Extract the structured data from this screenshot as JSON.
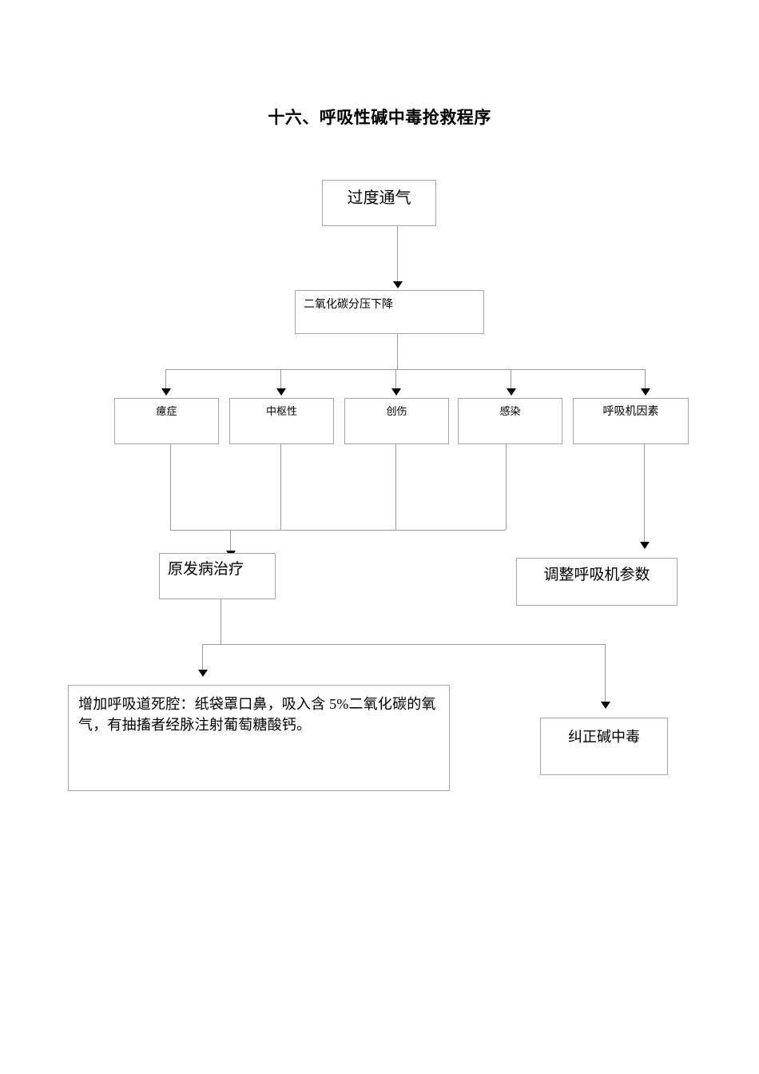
{
  "document": {
    "title": "十六、呼吸性碱中毒抢救程序"
  },
  "flowchart": {
    "type": "flowchart",
    "orientation": "top-down",
    "nodes": [
      {
        "id": "hyperventilation",
        "label": "过度通气",
        "font_size": 20,
        "align": "center"
      },
      {
        "id": "co2-drop",
        "label": "二氧化碳分压下降",
        "font_size": 14,
        "align": "left"
      },
      {
        "id": "cause-hysteria",
        "label": "癔症",
        "font_size": 13,
        "align": "center"
      },
      {
        "id": "cause-central",
        "label": "中枢性",
        "font_size": 13,
        "align": "center"
      },
      {
        "id": "cause-trauma",
        "label": "创伤",
        "font_size": 13,
        "align": "center"
      },
      {
        "id": "cause-infection",
        "label": "感染",
        "font_size": 13,
        "align": "center"
      },
      {
        "id": "cause-ventilator",
        "label": "呼吸机因素",
        "font_size": 14,
        "align": "center"
      },
      {
        "id": "treat-primary",
        "label": "原发病治疗",
        "font_size": 19,
        "align": "left"
      },
      {
        "id": "adjust-ventilator",
        "label": "调整呼吸机参数",
        "font_size": 19,
        "align": "center"
      },
      {
        "id": "increase-dead-space",
        "label": "增加呼吸道死腔：纸袋罩口鼻，吸入含 5%二氧化碳的氧气，有抽搐者经脉注射葡萄糖酸钙。",
        "font_size": 18,
        "align": "left"
      },
      {
        "id": "correct-alkalosis",
        "label": "纠正碱中毒",
        "font_size": 18,
        "align": "center"
      }
    ],
    "edges": [
      {
        "from": "hyperventilation",
        "to": "co2-drop"
      },
      {
        "from": "co2-drop",
        "to": "cause-hysteria"
      },
      {
        "from": "co2-drop",
        "to": "cause-central"
      },
      {
        "from": "co2-drop",
        "to": "cause-trauma"
      },
      {
        "from": "co2-drop",
        "to": "cause-infection"
      },
      {
        "from": "co2-drop",
        "to": "cause-ventilator"
      },
      {
        "from": "cause-hysteria",
        "to": "treat-primary"
      },
      {
        "from": "cause-central",
        "to": "treat-primary"
      },
      {
        "from": "cause-trauma",
        "to": "treat-primary"
      },
      {
        "from": "cause-infection",
        "to": "treat-primary"
      },
      {
        "from": "cause-ventilator",
        "to": "adjust-ventilator"
      },
      {
        "from": "treat-primary",
        "to": "increase-dead-space"
      },
      {
        "from": "treat-primary",
        "to": "correct-alkalosis"
      }
    ]
  },
  "colors": {
    "page_background": "#ffffff",
    "box_border": "#a6a6a6",
    "connector": "#9a9a9a",
    "arrow_head": "#000000",
    "text": "#000000"
  }
}
